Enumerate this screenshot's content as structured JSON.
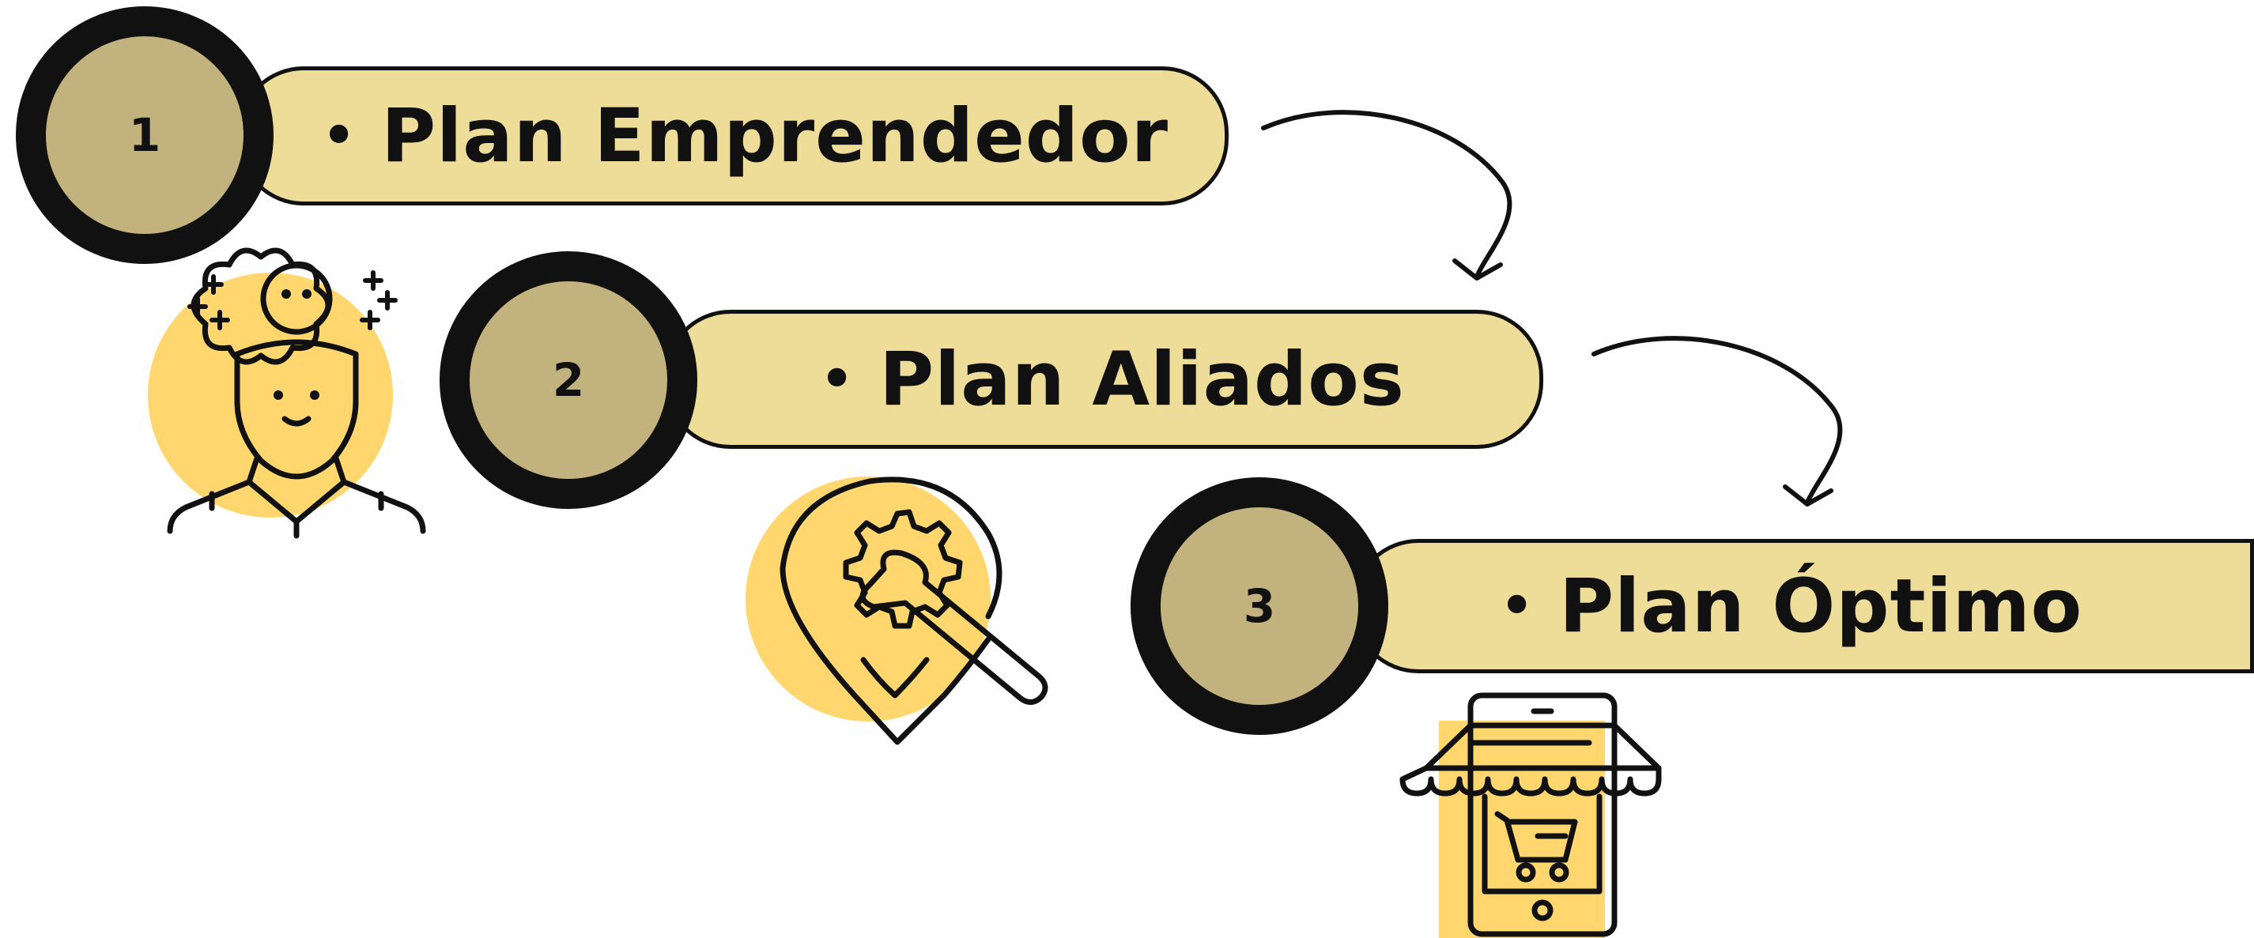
{
  "steps": [
    {
      "number": "1",
      "label": "Plan Emprendedor",
      "icon": "creative-person-icon"
    },
    {
      "number": "2",
      "label": "Plan Aliados",
      "icon": "location-pin-wrench-gear-icon"
    },
    {
      "number": "3",
      "label": "Plan Óptimo",
      "icon": "mobile-store-cart-icon"
    }
  ],
  "bullet": "•",
  "colors": {
    "pill_fill": "#eedc99",
    "circle_fill": "#c2b27d",
    "accent_yellow": "#ffd76e",
    "outline": "#111111"
  }
}
